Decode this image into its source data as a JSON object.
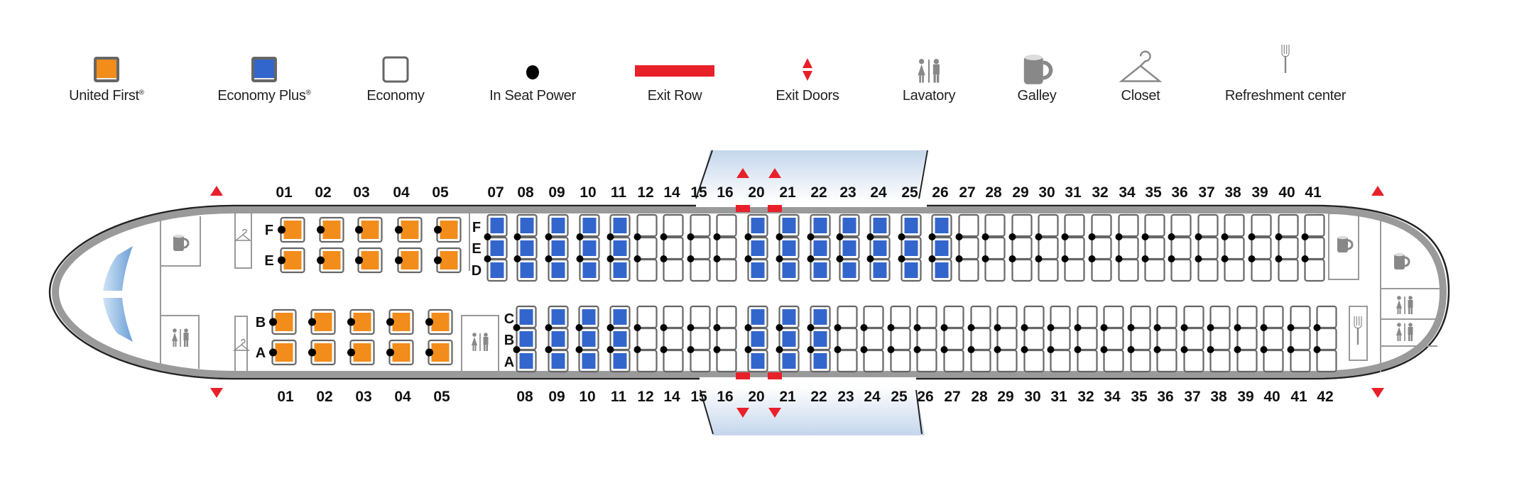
{
  "legend": [
    {
      "key": "united-first",
      "label": "United First",
      "mark": "®",
      "icon": "orange-seat-icon"
    },
    {
      "key": "economy-plus",
      "label": "Economy Plus",
      "mark": "®",
      "icon": "blue-seat-icon"
    },
    {
      "key": "economy",
      "label": "Economy",
      "mark": "",
      "icon": "white-seat-icon"
    },
    {
      "key": "in-seat-power",
      "label": "In Seat Power",
      "mark": "",
      "icon": "power-dot-icon"
    },
    {
      "key": "exit-row",
      "label": "Exit Row",
      "mark": "",
      "icon": "exit-row-bar-icon"
    },
    {
      "key": "exit-doors",
      "label": "Exit Doors",
      "mark": "",
      "icon": "exit-door-arrows-icon"
    },
    {
      "key": "lavatory",
      "label": "Lavatory",
      "mark": "",
      "icon": "lavatory-icon"
    },
    {
      "key": "galley",
      "label": "Galley",
      "mark": "",
      "icon": "galley-mug-icon"
    },
    {
      "key": "closet",
      "label": "Closet",
      "mark": "",
      "icon": "closet-hanger-icon"
    },
    {
      "key": "refreshment",
      "label": "Refreshment center",
      "mark": "",
      "icon": "fork-icon"
    }
  ],
  "colors": {
    "first": "#f28c1a",
    "economy_plus": "#3366cc",
    "economy": "#ffffff",
    "exit": "#e8202a",
    "hull": "#9a9a9a",
    "icon_gray": "#888888"
  },
  "first_class": {
    "rows": [
      "01",
      "02",
      "03",
      "04",
      "05"
    ],
    "upper_letters": [
      "F",
      "E"
    ],
    "lower_letters": [
      "B",
      "A"
    ]
  },
  "economy": {
    "upper_letters": [
      "F",
      "E",
      "D"
    ],
    "lower_letters": [
      "C",
      "B",
      "A"
    ],
    "upper_rows": [
      {
        "row": "07",
        "cls": "plus"
      },
      {
        "row": "08",
        "cls": "plus"
      },
      {
        "row": "09",
        "cls": "plus"
      },
      {
        "row": "10",
        "cls": "plus"
      },
      {
        "row": "11",
        "cls": "plus"
      },
      {
        "row": "12",
        "cls": "econ"
      },
      {
        "row": "14",
        "cls": "econ"
      },
      {
        "row": "15",
        "cls": "econ"
      },
      {
        "row": "16",
        "cls": "econ"
      },
      {
        "row": "20",
        "cls": "plus"
      },
      {
        "row": "21",
        "cls": "plus"
      },
      {
        "row": "22",
        "cls": "plus"
      },
      {
        "row": "23",
        "cls": "plus"
      },
      {
        "row": "24",
        "cls": "plus"
      },
      {
        "row": "25",
        "cls": "plus"
      },
      {
        "row": "26",
        "cls": "plus"
      },
      {
        "row": "27",
        "cls": "econ"
      },
      {
        "row": "28",
        "cls": "econ"
      },
      {
        "row": "29",
        "cls": "econ"
      },
      {
        "row": "30",
        "cls": "econ"
      },
      {
        "row": "31",
        "cls": "econ"
      },
      {
        "row": "32",
        "cls": "econ"
      },
      {
        "row": "34",
        "cls": "econ"
      },
      {
        "row": "35",
        "cls": "econ"
      },
      {
        "row": "36",
        "cls": "econ"
      },
      {
        "row": "37",
        "cls": "econ"
      },
      {
        "row": "38",
        "cls": "econ"
      },
      {
        "row": "39",
        "cls": "econ"
      },
      {
        "row": "40",
        "cls": "econ"
      },
      {
        "row": "41",
        "cls": "econ"
      }
    ],
    "lower_rows": [
      {
        "row": "08",
        "cls": "plus"
      },
      {
        "row": "09",
        "cls": "plus"
      },
      {
        "row": "10",
        "cls": "plus"
      },
      {
        "row": "11",
        "cls": "plus"
      },
      {
        "row": "12",
        "cls": "econ"
      },
      {
        "row": "14",
        "cls": "econ"
      },
      {
        "row": "15",
        "cls": "econ"
      },
      {
        "row": "16",
        "cls": "econ"
      },
      {
        "row": "20",
        "cls": "plus"
      },
      {
        "row": "21",
        "cls": "plus"
      },
      {
        "row": "22",
        "cls": "plus"
      },
      {
        "row": "23",
        "cls": "econ"
      },
      {
        "row": "24",
        "cls": "econ"
      },
      {
        "row": "25",
        "cls": "econ"
      },
      {
        "row": "26",
        "cls": "econ"
      },
      {
        "row": "27",
        "cls": "econ"
      },
      {
        "row": "28",
        "cls": "econ"
      },
      {
        "row": "29",
        "cls": "econ"
      },
      {
        "row": "30",
        "cls": "econ"
      },
      {
        "row": "31",
        "cls": "econ"
      },
      {
        "row": "32",
        "cls": "econ"
      },
      {
        "row": "34",
        "cls": "econ"
      },
      {
        "row": "35",
        "cls": "econ"
      },
      {
        "row": "36",
        "cls": "econ"
      },
      {
        "row": "37",
        "cls": "econ"
      },
      {
        "row": "38",
        "cls": "econ"
      },
      {
        "row": "39",
        "cls": "econ"
      },
      {
        "row": "40",
        "cls": "econ"
      },
      {
        "row": "41",
        "cls": "econ"
      },
      {
        "row": "42",
        "cls": "econ"
      }
    ]
  },
  "exit_rows": [
    "16",
    "20"
  ]
}
